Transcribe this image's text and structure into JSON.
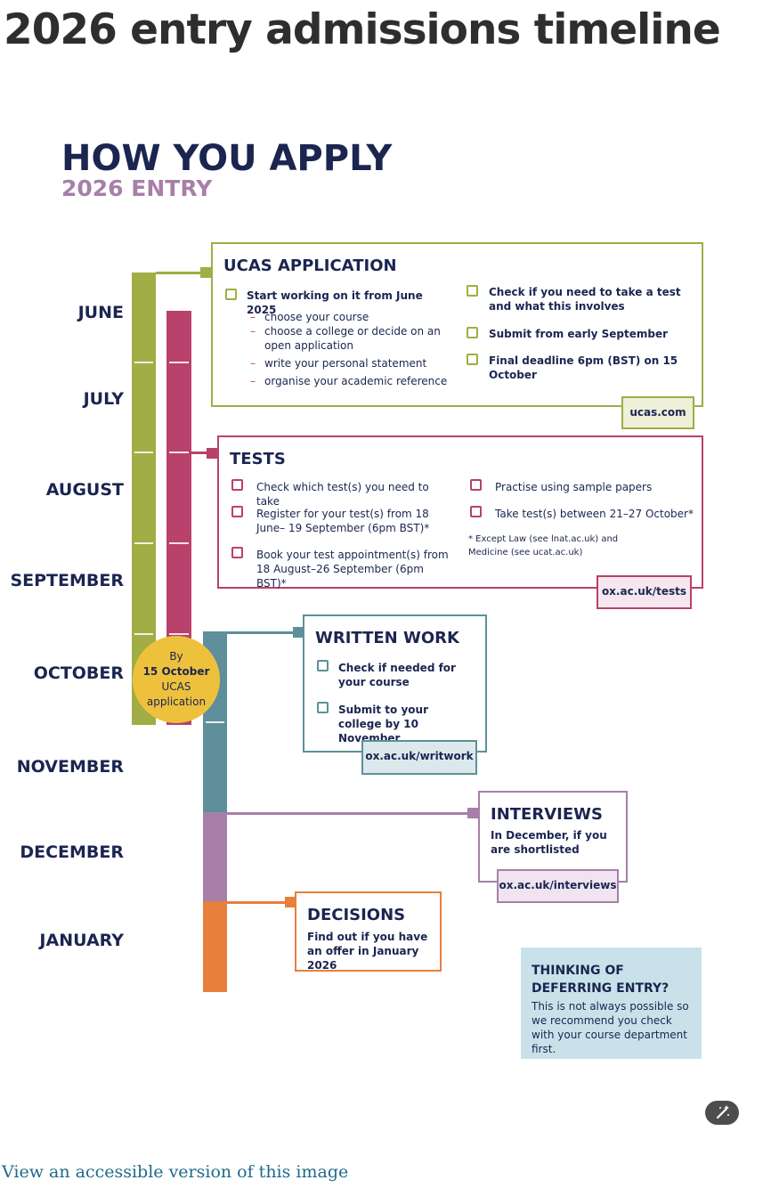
{
  "page_title": "2026 entry admissions timeline",
  "heading": {
    "title": "HOW YOU APPLY",
    "subtitle": "2026 ENTRY"
  },
  "months": [
    "JUNE",
    "JULY",
    "AUGUST",
    "SEPTEMBER",
    "OCTOBER",
    "NOVEMBER",
    "DECEMBER",
    "JANUARY"
  ],
  "colors": {
    "ucas": "#a1ad45",
    "tests": "#b8426b",
    "written": "#5e8f9a",
    "interviews": "#a77fa8",
    "decisions": "#e87f3b",
    "circle": "#eec13d",
    "navy": "#1b2550"
  },
  "circle": {
    "line1": "By",
    "line2": "15 October",
    "line3": "UCAS",
    "line4": "application"
  },
  "ucas": {
    "title": "UCAS APPLICATION",
    "item1": "Start working on it from June 2025",
    "subitems": [
      "choose your course",
      "choose a college or decide on an open application",
      "write your personal statement",
      "organise your academic reference"
    ],
    "item2": "Check if you need to take a test and what this involves",
    "item3": "Submit from early September",
    "item4": "Final deadline 6pm (BST) on 15 October",
    "link": "ucas.com"
  },
  "tests": {
    "title": "TESTS",
    "item1": "Check which test(s) you need to take",
    "item2": "Register for your test(s) from 18 June– 19 September (6pm BST)*",
    "item3": "Book your test appointment(s) from 18 August–26 September (6pm BST)*",
    "item4": "Practise using sample papers",
    "item5": "Take test(s) between 21–27 October*",
    "note": "* Except Law (see lnat.ac.uk) and Medicine (see ucat.ac.uk)",
    "link": "ox.ac.uk/tests"
  },
  "written": {
    "title": "WRITTEN WORK",
    "item1": "Check if needed for your course",
    "item2": "Submit to your college by 10 November",
    "link": "ox.ac.uk/writwork"
  },
  "interviews": {
    "title": "INTERVIEWS",
    "text": "In December, if you are shortlisted",
    "link": "ox.ac.uk/interviews"
  },
  "decisions": {
    "title": "DECISIONS",
    "text": "Find out if you have an offer in January 2026"
  },
  "defer": {
    "title": "THINKING OF DEFERRING ENTRY?",
    "text": "This is not always possible so we recommend you check with your course department first."
  },
  "accessible_link": "View an accessible version of this image"
}
